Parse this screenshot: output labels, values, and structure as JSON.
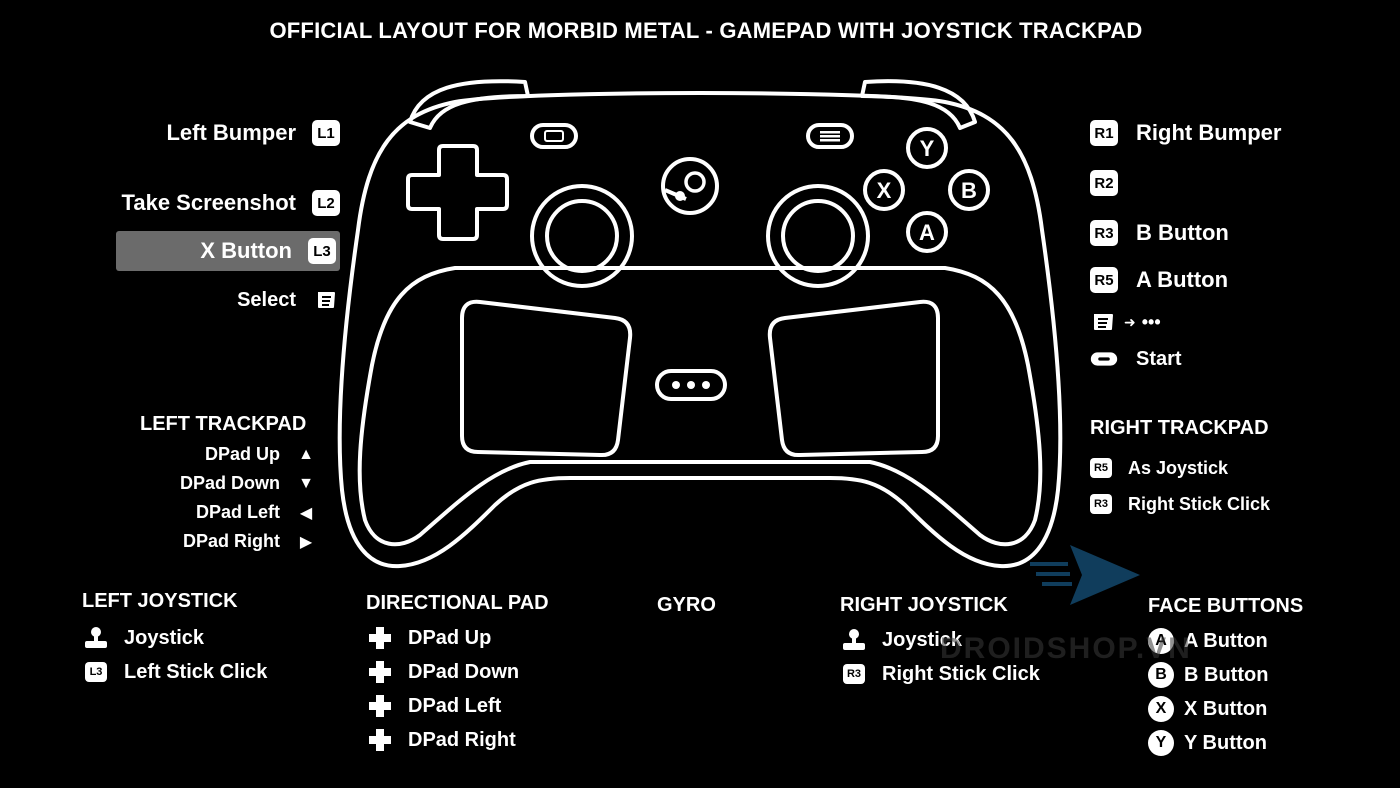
{
  "title": "OFFICIAL LAYOUT FOR MORBID METAL - GAMEPAD WITH JOYSTICK TRACKPAD",
  "left_bindings": [
    {
      "label": "Left Bumper",
      "badge": "L1"
    },
    {
      "label": "Take Screenshot",
      "badge": "L2"
    },
    {
      "label": "X Button",
      "badge": "L3",
      "highlighted": true
    },
    {
      "label": "Select",
      "icon": "view-icon"
    }
  ],
  "right_bindings": [
    {
      "badge": "R1",
      "label": "Right Bumper"
    },
    {
      "badge": "R2",
      "label": ""
    },
    {
      "badge": "R3",
      "label": "B Button"
    },
    {
      "badge": "R5",
      "label": "A Button"
    },
    {
      "icon": "menu-icon",
      "label": "•••"
    },
    {
      "icon": "pill-icon",
      "label": "Start"
    }
  ],
  "left_trackpad": {
    "title": "LEFT TRACKPAD",
    "items": [
      {
        "label": "DPad Up",
        "icon": "▲"
      },
      {
        "label": "DPad Down",
        "icon": "▼"
      },
      {
        "label": "DPad Left",
        "icon": "◀"
      },
      {
        "label": "DPad Right",
        "icon": "▶"
      }
    ]
  },
  "right_trackpad": {
    "title": "RIGHT TRACKPAD",
    "items": [
      {
        "badge": "R5",
        "label": "As Joystick"
      },
      {
        "badge": "R3",
        "label": "Right Stick Click"
      }
    ]
  },
  "left_joystick": {
    "title": "LEFT JOYSTICK",
    "items": [
      {
        "icon": "joystick-icon",
        "label": "Joystick"
      },
      {
        "badge": "L3",
        "label": "Left Stick Click"
      }
    ]
  },
  "directional_pad": {
    "title": "DIRECTIONAL PAD",
    "items": [
      {
        "label": "DPad Up"
      },
      {
        "label": "DPad Down"
      },
      {
        "label": "DPad Left"
      },
      {
        "label": "DPad Right"
      }
    ]
  },
  "gyro": {
    "title": "GYRO"
  },
  "right_joystick": {
    "title": "RIGHT JOYSTICK",
    "items": [
      {
        "icon": "joystick-icon",
        "label": "Joystick"
      },
      {
        "badge": "R3",
        "label": "Right Stick Click"
      }
    ]
  },
  "face_buttons": {
    "title": "FACE BUTTONS",
    "items": [
      {
        "key": "A",
        "label": "A Button"
      },
      {
        "key": "B",
        "label": "B Button"
      },
      {
        "key": "X",
        "label": "X Button"
      },
      {
        "key": "Y",
        "label": "Y Button"
      }
    ]
  },
  "controller": {
    "face_keys": [
      "Y",
      "X",
      "B",
      "A"
    ]
  },
  "watermark": "DROIDSHOP.VN",
  "colors": {
    "background": "#000000",
    "foreground": "#ffffff",
    "highlight": "#6b6b6b"
  }
}
